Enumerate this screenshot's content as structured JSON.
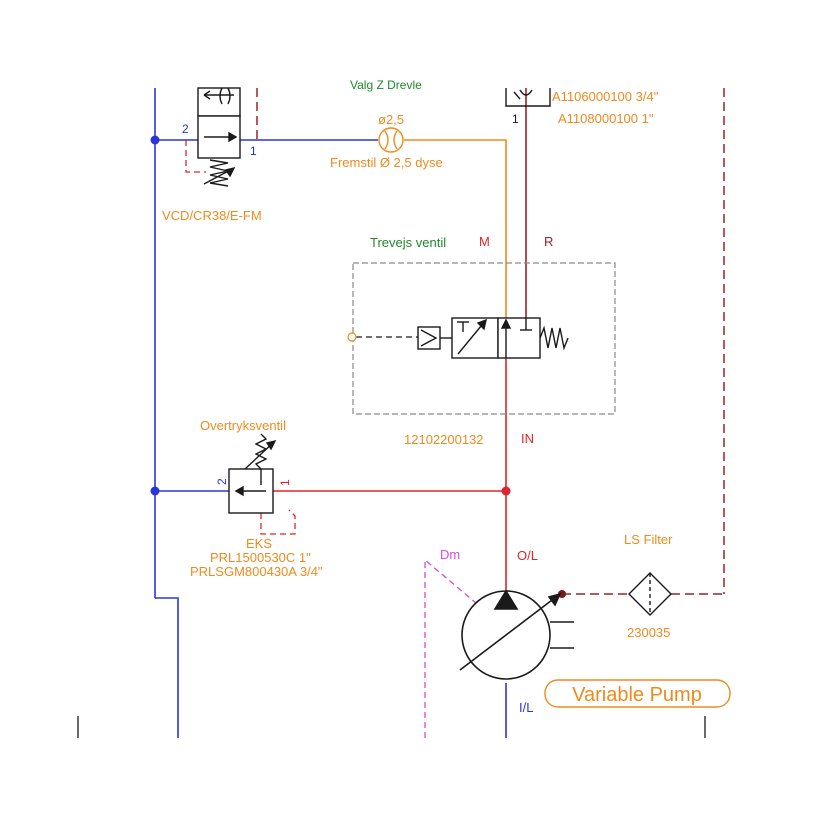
{
  "labels": {
    "top_cut": "Valg Z Drevle",
    "port_2_top": "2",
    "port_1_top": "1",
    "valve_top_ref": "VCD/CR38/E-FM",
    "orifice_size": "ø2,5",
    "orifice_desc": "Fremstil Ø 2,5 dyse",
    "part_a": "A1106000100 3/4\"",
    "part_b": "A1108000100 1\"",
    "port_1_right": "1",
    "three_way_title": "Trevejs ventil",
    "port_m": "M",
    "port_r": "R",
    "port_in": "IN",
    "three_way_part": "12102200132",
    "relief_title": "Overtryksventil",
    "port_2_relief": "2",
    "port_1_relief": "1",
    "relief_type": "EKS",
    "relief_part_a": "PRL1500530C 1\"",
    "relief_part_b": "PRLSGM800430A 3/4\"",
    "drain": "Dm",
    "outlet": "O/L",
    "filter_title": "LS Filter",
    "filter_part": "230035",
    "inlet": "I/L",
    "pump_label": "Variable Pump"
  },
  "colors": {
    "orange": "#f08a1c",
    "red": "#e0252a",
    "darkred": "#a12025",
    "blue": "#2b36d6",
    "green": "#1f8a2a",
    "magenta": "#d64ad6",
    "black": "#1a1a1a",
    "gray": "#8a8a8a"
  }
}
